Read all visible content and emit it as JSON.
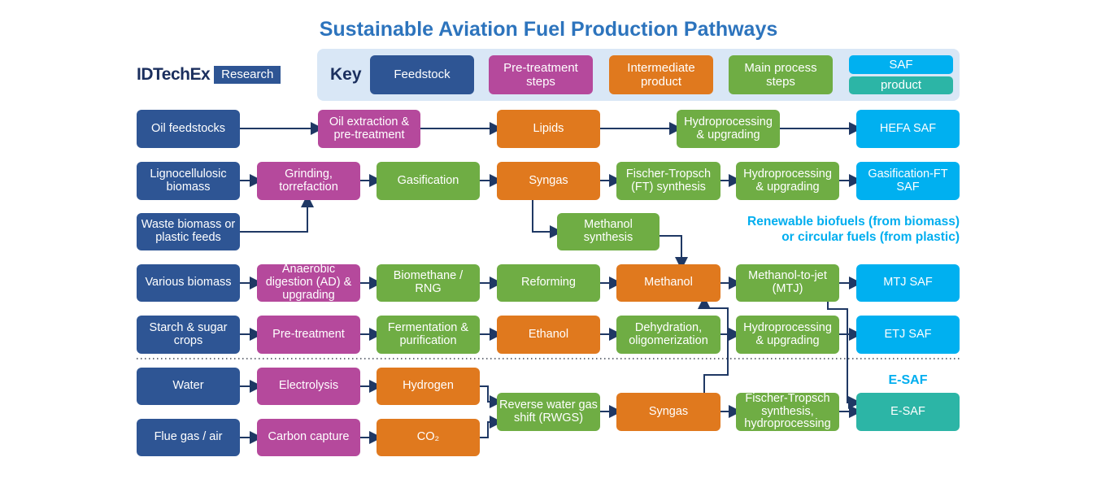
{
  "title": "Sustainable Aviation Fuel Production Pathways",
  "logo": {
    "brand": "IDTechEx",
    "suffix": "Research"
  },
  "key": {
    "label": "Key",
    "items": [
      {
        "label": "Feedstock",
        "type": "feedstock"
      },
      {
        "label": "Pre-treatment steps",
        "type": "pretreatment"
      },
      {
        "label": "Intermediate product",
        "type": "intermediate"
      },
      {
        "label": "Main process steps",
        "type": "process"
      },
      {
        "label_top": "SAF",
        "label_bottom": "product",
        "type": "saf-split"
      }
    ]
  },
  "annotations": {
    "renewable_line1": "Renewable biofuels (from biomass)",
    "renewable_line2": "or circular fuels (from plastic)",
    "esaf_label": "E-SAF"
  },
  "colors": {
    "feedstock": "#2e5594",
    "pretreatment": "#b5499c",
    "intermediate": "#e0791e",
    "process": "#6fad44",
    "saf": "#00b0f0",
    "esaf": "#2cb5a6",
    "arrow": "#1f3864",
    "title": "#2d74bd",
    "keybg": "#d9e7f6",
    "annotation": "#00aeef",
    "navy": "#1b2f5e"
  },
  "nodes": [
    {
      "label": "Oil feedstocks",
      "type": "feedstock"
    },
    {
      "label": "Oil extraction & pre-treatment",
      "type": "pretreatment"
    },
    {
      "label": "Lipids",
      "type": "intermediate"
    },
    {
      "label": "Hydroprocessing & upgrading",
      "type": "process"
    },
    {
      "label": "HEFA SAF",
      "type": "saf"
    },
    {
      "label": "Lignocellulosic biomass",
      "type": "feedstock"
    },
    {
      "label": "Grinding, torrefaction",
      "type": "pretreatment"
    },
    {
      "label": "Gasification",
      "type": "process"
    },
    {
      "label": "Syngas",
      "type": "intermediate"
    },
    {
      "label": "Fischer-Tropsch (FT) synthesis",
      "type": "process"
    },
    {
      "label": "Hydroprocessing & upgrading",
      "type": "process"
    },
    {
      "label": "Gasification-FT SAF",
      "type": "saf"
    },
    {
      "label": "Waste biomass or plastic feeds",
      "type": "feedstock"
    },
    {
      "label": "Methanol synthesis",
      "type": "process"
    },
    {
      "label": "Various biomass",
      "type": "feedstock"
    },
    {
      "label": "Anaerobic digestion (AD) & upgrading",
      "type": "pretreatment"
    },
    {
      "label": "Biomethane / RNG",
      "type": "process"
    },
    {
      "label": "Reforming",
      "type": "process"
    },
    {
      "label": "Methanol",
      "type": "intermediate"
    },
    {
      "label": "Methanol-to-jet (MTJ)",
      "type": "process"
    },
    {
      "label": "MTJ SAF",
      "type": "saf"
    },
    {
      "label": "Starch & sugar crops",
      "type": "feedstock"
    },
    {
      "label": "Pre-treatment",
      "type": "pretreatment"
    },
    {
      "label": "Fermentation & purification",
      "type": "process"
    },
    {
      "label": "Ethanol",
      "type": "intermediate"
    },
    {
      "label": "Dehydration, oligomerization",
      "type": "process"
    },
    {
      "label": "Hydroprocessing & upgrading",
      "type": "process"
    },
    {
      "label": "ETJ SAF",
      "type": "saf"
    },
    {
      "label": "Water",
      "type": "feedstock"
    },
    {
      "label": "Electrolysis",
      "type": "pretreatment"
    },
    {
      "label": "Hydrogen",
      "type": "intermediate"
    },
    {
      "label": "Flue gas / air",
      "type": "feedstock"
    },
    {
      "label": "Carbon capture",
      "type": "pretreatment"
    },
    {
      "label": "CO₂",
      "type": "intermediate"
    },
    {
      "label": "Reverse water gas shift (RWGS)",
      "type": "process"
    },
    {
      "label": "Syngas",
      "type": "intermediate"
    },
    {
      "label": "Fischer-Tropsch synthesis, hydroprocessing",
      "type": "process"
    },
    {
      "label": "E-SAF",
      "type": "esaf"
    }
  ],
  "edges": [
    [
      0,
      1
    ],
    [
      1,
      2
    ],
    [
      2,
      3
    ],
    [
      3,
      4
    ],
    [
      5,
      6
    ],
    [
      6,
      7
    ],
    [
      7,
      8
    ],
    [
      8,
      9
    ],
    [
      9,
      10
    ],
    [
      10,
      11
    ],
    [
      12,
      6
    ],
    [
      8,
      13
    ],
    [
      13,
      18
    ],
    [
      14,
      15
    ],
    [
      15,
      16
    ],
    [
      16,
      17
    ],
    [
      17,
      18
    ],
    [
      18,
      19
    ],
    [
      19,
      20
    ],
    [
      21,
      22
    ],
    [
      22,
      23
    ],
    [
      23,
      24
    ],
    [
      24,
      25
    ],
    [
      25,
      26
    ],
    [
      26,
      27
    ],
    [
      28,
      29
    ],
    [
      29,
      30
    ],
    [
      30,
      34
    ],
    [
      31,
      32
    ],
    [
      32,
      33
    ],
    [
      33,
      34
    ],
    [
      34,
      35
    ],
    [
      35,
      36
    ],
    [
      36,
      37
    ],
    [
      35,
      18
    ],
    [
      19,
      37
    ]
  ]
}
